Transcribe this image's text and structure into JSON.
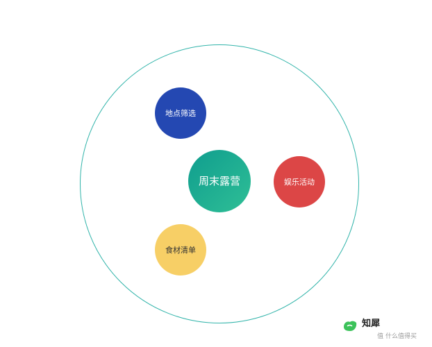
{
  "diagram": {
    "center": {
      "label": "周末露营",
      "color_start": "#0f9d8e",
      "color_end": "#2fbf96"
    },
    "nodes": [
      {
        "id": "location",
        "label": "地点筛选",
        "color": "#2448b2"
      },
      {
        "id": "entertainment",
        "label": "娱乐活动",
        "color": "#dc4646"
      },
      {
        "id": "food",
        "label": "食材清单",
        "color": "#f7cf66"
      }
    ],
    "ring_color": "#2fb3a9"
  },
  "watermark": {
    "brand": "知犀",
    "site": "值 什么值得买",
    "icon": "rhino-leaf-icon",
    "icon_color": "#3cc25a"
  }
}
